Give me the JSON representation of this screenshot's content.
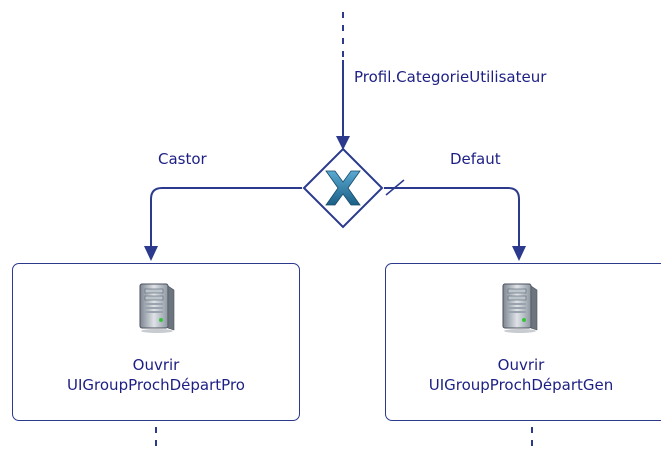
{
  "flow": {
    "condition_label": "Profil.CategorieUtilisateur",
    "gateway_icon": "exclusive-gateway-x-icon",
    "branches": [
      {
        "label": "Castor",
        "task": {
          "line1": "Ouvrir",
          "line2": "UIGroupProchDépartPro",
          "icon": "server-icon"
        }
      },
      {
        "label": "Defaut",
        "task": {
          "line1": "Ouvrir",
          "line2": "UIGroupProchDépartGen",
          "icon": "server-icon"
        }
      }
    ]
  },
  "colors": {
    "line": "#2b3a8c",
    "text": "#1d1f84",
    "gateway_x": "#1f6f9a"
  }
}
